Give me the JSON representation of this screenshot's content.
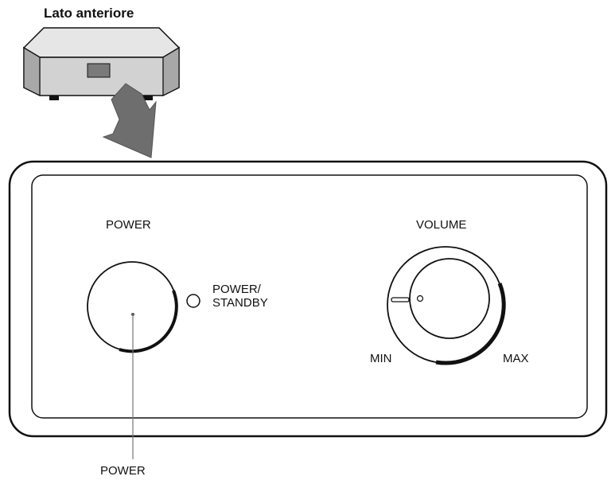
{
  "title": "Lato anteriore",
  "panel": {
    "power_label": "POWER",
    "led_label_line1": "POWER/",
    "led_label_line2": "STANDBY",
    "volume_label": "VOLUME",
    "volume_min": "MIN",
    "volume_max": "MAX"
  },
  "callout": {
    "power_label": "POWER"
  },
  "colors": {
    "line": "#111111",
    "device_fill": "#d9d9d9",
    "device_dark": "#7a7a7a",
    "arrow": "#6e6e6e",
    "button_fill": "#ffffff"
  }
}
